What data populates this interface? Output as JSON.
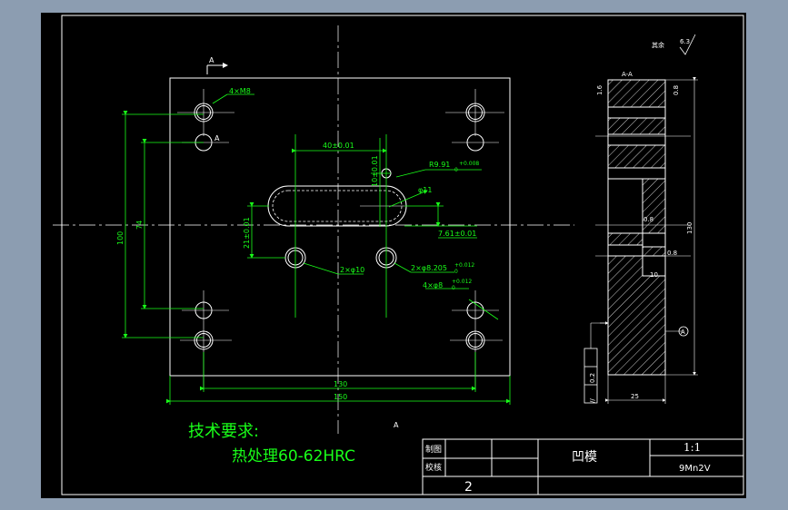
{
  "colors": {
    "background_frame": "#8c9db1",
    "paper": "#000000",
    "line": "#ffffff",
    "dim": "#19ff19"
  },
  "view_labels": {
    "top_arrow": "A",
    "bottom_arrow": "A",
    "section": "A-A",
    "hole_ref": "A",
    "datum": "A"
  },
  "roughness": {
    "other": "其余",
    "other_value": "6.3",
    "r16": "1.6",
    "r08a": "0.8",
    "r08b": "0.8",
    "r08c": "0.8"
  },
  "dimensions": {
    "hole_4xm8": "4×M8",
    "d40": "40±0.01",
    "d10": "10±0.01",
    "r991": "R9.91",
    "r991_tol": "+0.008",
    "r991_tol2": "0",
    "phi11": "φ11",
    "d21": "21±0.01",
    "d761": "7.61±0.01",
    "d74": "74",
    "d100": "100",
    "holes_2xphi10": "2×φ10",
    "holes_2xphi8205": "2×φ8.205",
    "holes_2xphi8205_tol": "+0.012",
    "holes_2xphi8205_tol2": "0",
    "holes_4xphi8": "4×φ8",
    "holes_4xphi8_tol": "+0.012",
    "holes_4xphi8_tol2": "0",
    "d130": "130",
    "d150": "150",
    "side_130": "130",
    "side_25": "25",
    "side_10": "10",
    "parallel_tol": "0.2",
    "parallel_sym": "//"
  },
  "notes": {
    "title": "技术要求:",
    "line1": "热处理60-62HRC"
  },
  "title_block": {
    "drawn": "制图",
    "checked": "校核",
    "part_name": "凹模",
    "scale": "1:1",
    "material": "9Mn2V",
    "number": "2"
  }
}
